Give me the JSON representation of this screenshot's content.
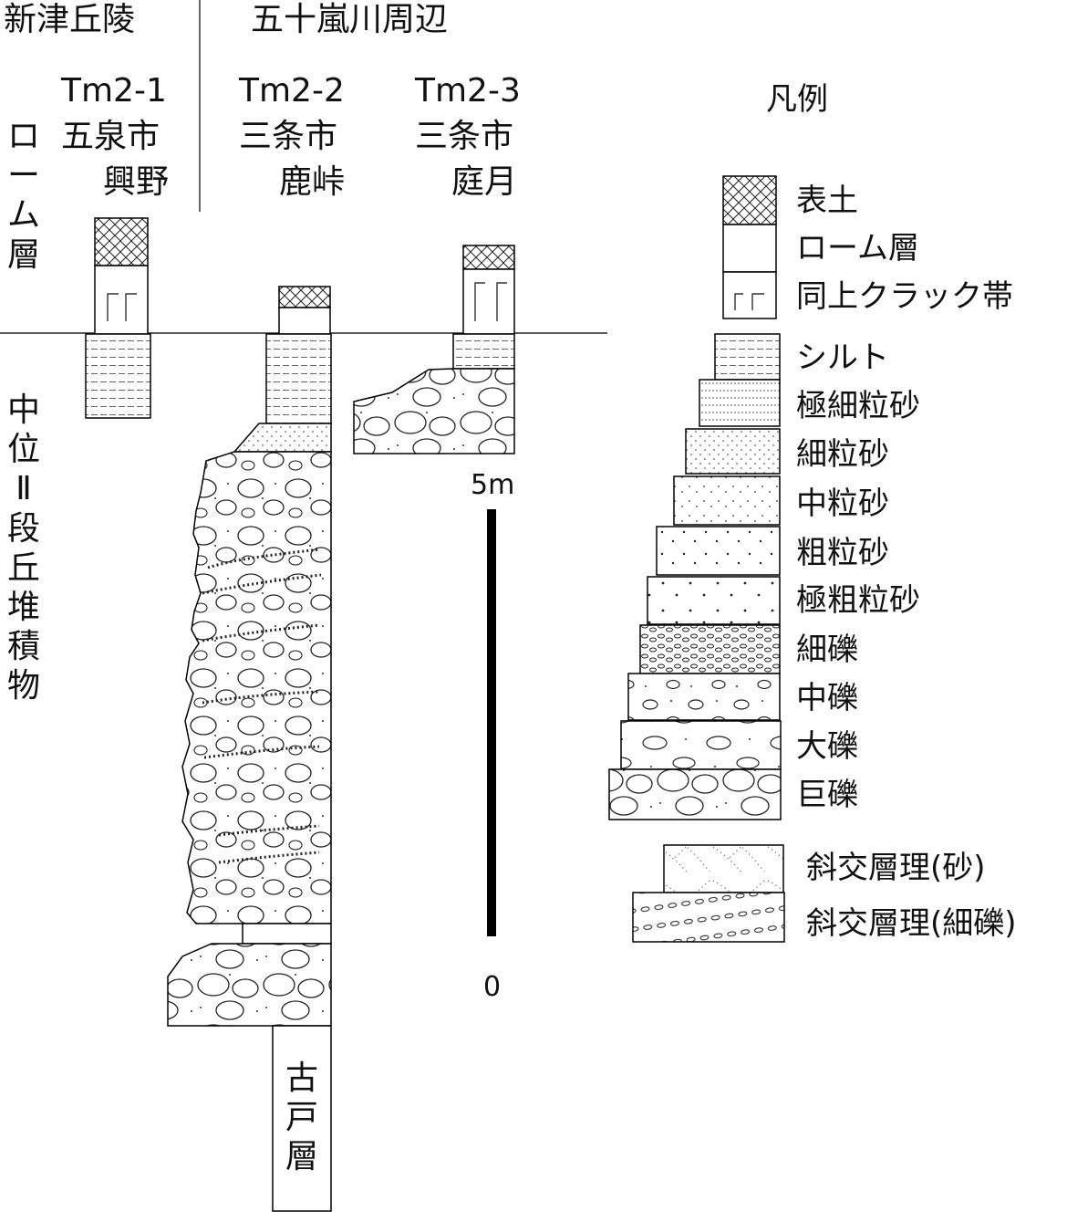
{
  "headers": {
    "niitsu": "新津丘陵",
    "igarashi": "五十嵐川周辺"
  },
  "sites": [
    {
      "id": "Tm2-1",
      "city": "五泉市",
      "place": "興野"
    },
    {
      "id": "Tm2-2",
      "city": "三条市",
      "place": "鹿峠"
    },
    {
      "id": "Tm2-3",
      "city": "三条市",
      "place": "庭月"
    }
  ],
  "unit_labels": {
    "loam": "ローム層",
    "terrace": "中位Ⅱ段丘堆積物",
    "kodo": "古戸層"
  },
  "scale": {
    "top": "5m",
    "bottom": "0"
  },
  "legend": {
    "title": "凡例",
    "items": [
      "表土",
      "ローム層",
      "同上クラック帯",
      "シルト",
      "極細粒砂",
      "細粒砂",
      "中粒砂",
      "粗粒砂",
      "極粗粒砂",
      "細礫",
      "中礫",
      "大礫",
      "巨礫",
      "斜交層理(砂)",
      "斜交層理(細礫)"
    ]
  }
}
